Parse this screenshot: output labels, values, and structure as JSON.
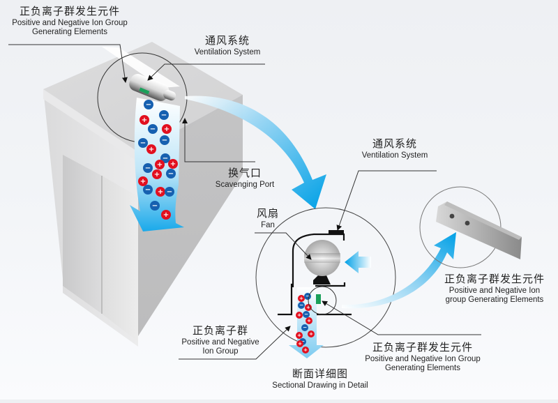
{
  "diagram": {
    "title": "Ion air purification ventilation system - cabinet installation diagram",
    "labels": {
      "ion_generator_top": {
        "zh": "正负离子群发生元件",
        "en_lines": [
          "Positive and Negative Ion Group",
          "Generating Elements"
        ]
      },
      "ventilation_top": {
        "zh": "通风系统",
        "en_lines": [
          "Ventilation System"
        ]
      },
      "scavenging_port": {
        "zh": "换气口",
        "en_lines": [
          "Scavenging Port"
        ]
      },
      "ventilation_detail": {
        "zh": "通风系统",
        "en_lines": [
          "Ventilation System"
        ]
      },
      "fan": {
        "zh": "风扇",
        "en_lines": [
          "Fan"
        ]
      },
      "ion_element_plate": {
        "zh": "正负离子群发生元件",
        "en_lines": [
          "Positive and Negative Ion",
          "group Generating Elements"
        ]
      },
      "ion_group": {
        "zh": "正负离子群",
        "en_lines": [
          "Positive and Negative",
          "Ion Group"
        ]
      },
      "ion_generator_detail": {
        "zh": "正负离子群发生元件",
        "en_lines": [
          "Positive and Negative Ion Group",
          "Generating Elements"
        ]
      },
      "sectional_drawing": {
        "zh": "断面详细图",
        "en_lines": [
          "Sectional Drawing in Detail"
        ]
      }
    },
    "ion_symbols": {
      "positive": "+",
      "negative": "−"
    },
    "colors": {
      "positive_ion": "#e2101f",
      "negative_ion": "#1660b0",
      "airflow_blue": "#00a0e6",
      "element_green": "#1aa05a",
      "cabinet_light": "#e4e5e7",
      "cabinet_dark": "#bdbdbe",
      "leader_line": "#333333"
    }
  }
}
